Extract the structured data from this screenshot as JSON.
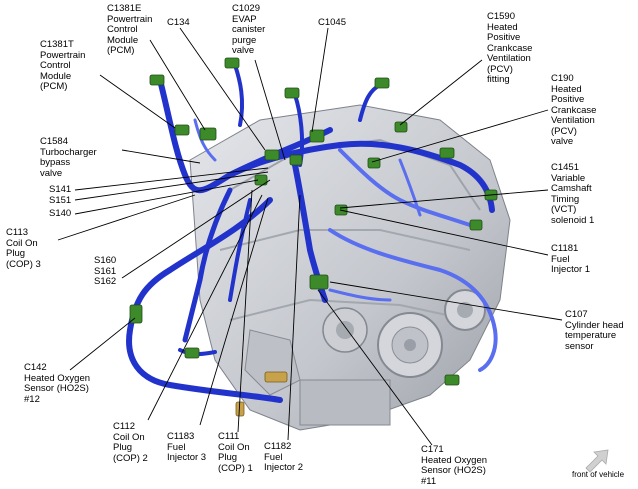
{
  "diagram": {
    "labels": [
      {
        "id": "c1381e",
        "text": "C1381E\nPowertrain\nControl\nModule\n(PCM)"
      },
      {
        "id": "c134",
        "text": "C134"
      },
      {
        "id": "c1029",
        "text": "C1029\nEVAP\ncanister\npurge\nvalve"
      },
      {
        "id": "c1045",
        "text": "C1045"
      },
      {
        "id": "c1590",
        "text": "C1590\nHeated\nPositive\nCrankcase\nVentilation\n(PCV)\nfitting"
      },
      {
        "id": "c1381t",
        "text": "C1381T\nPowertrain\nControl\nModule\n(PCM)"
      },
      {
        "id": "c190",
        "text": "C190\nHeated\nPositive\nCrankcase\nVentilation\n(PCV)\nvalve"
      },
      {
        "id": "c1584",
        "text": "C1584\nTurbocharger\nbypass\nvalve"
      },
      {
        "id": "s141",
        "text": "S141"
      },
      {
        "id": "s151",
        "text": "S151"
      },
      {
        "id": "s140",
        "text": "S140"
      },
      {
        "id": "c1451",
        "text": "C1451\nVariable\nCamshaft\nTiming\n(VCT)\nsolenoid 1"
      },
      {
        "id": "c113",
        "text": "C113\nCoil On\nPlug\n(COP) 3"
      },
      {
        "id": "s160",
        "text": "S160\nS161\nS162"
      },
      {
        "id": "c1181",
        "text": "C1181\nFuel\nInjector 1"
      },
      {
        "id": "c107",
        "text": "C107\nCylinder head\ntemperature\nsensor"
      },
      {
        "id": "c142",
        "text": "C142\nHeated Oxygen\nSensor (HO2S)\n#12"
      },
      {
        "id": "c112",
        "text": "C112\nCoil On\nPlug\n(COP) 2"
      },
      {
        "id": "c1183",
        "text": "C1183\nFuel\nInjector 3"
      },
      {
        "id": "c111",
        "text": "C111\nCoil On\nPlug\n(COP) 1"
      },
      {
        "id": "c1182",
        "text": "C1182\nFuel\nInjector 2"
      },
      {
        "id": "c171",
        "text": "C171\nHeated Oxygen\nSensor (HO2S)\n#11"
      }
    ],
    "orientation_caption": "front of vehicle",
    "colors": {
      "harness": "#2233cc",
      "harness_light": "#5a6ef0",
      "connector": "#3c8a2a",
      "engine": "#c9ccd2",
      "engine_dark": "#8c9098",
      "leader": "#000000"
    }
  }
}
